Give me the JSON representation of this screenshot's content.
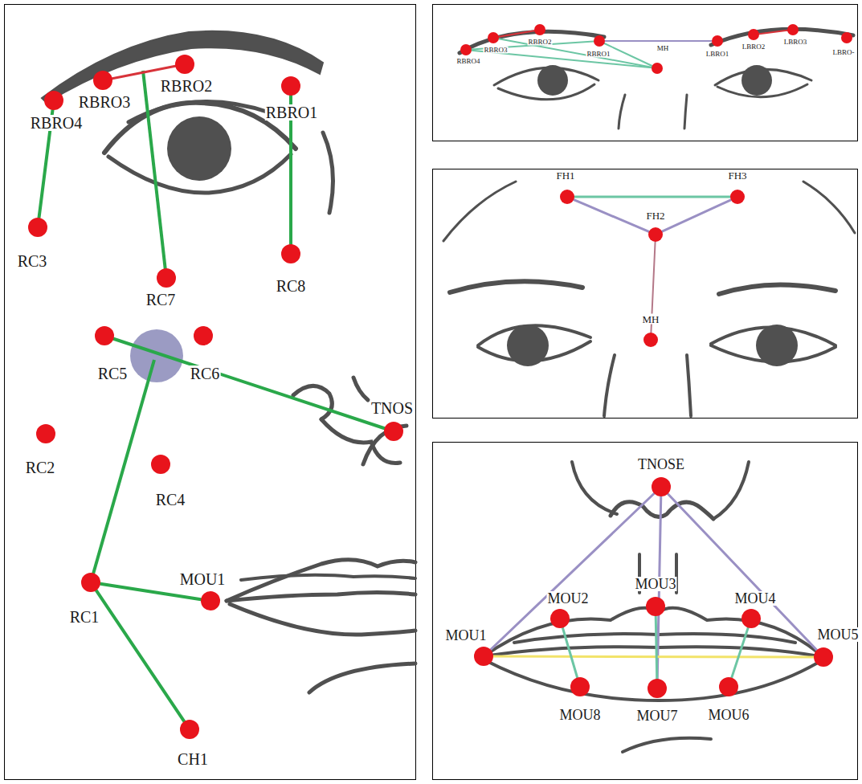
{
  "diagram": {
    "nodes": [
      {
        "text": [
          "RBRO4"
        ]
      },
      {
        "text": [
          "RBRO3"
        ]
      },
      {
        "text": [
          "RBRO2"
        ]
      },
      {
        "text": [
          "RBRO1"
        ]
      },
      {
        "text": [
          "RC3"
        ]
      },
      {
        "text": [
          "RC8"
        ]
      },
      {
        "text": [
          "RC7"
        ]
      },
      {
        "text": [
          "RC5"
        ]
      },
      {
        "text": [
          "RC6"
        ]
      },
      {
        "text": [
          "TNOS"
        ]
      },
      {
        "text": [
          "RC2"
        ]
      },
      {
        "text": [
          "RC4"
        ]
      },
      {
        "text": [
          "RC1"
        ]
      },
      {
        "text": [
          "MOU1"
        ]
      },
      {
        "text": [
          "CH1"
        ]
      },
      {
        "text": [
          "RBRO4"
        ]
      },
      {
        "text": [
          "RBRO3"
        ]
      },
      {
        "text": [
          "RBRO2"
        ]
      },
      {
        "text": [
          "RBRO1"
        ]
      },
      {
        "text": [
          "MH"
        ]
      },
      {
        "text": [
          "LBRO1"
        ]
      },
      {
        "text": [
          "LBRO2"
        ]
      },
      {
        "text": [
          "LBRO3"
        ]
      },
      {
        "text": [
          "LBRO-"
        ]
      },
      {
        "text": [
          "FH1"
        ]
      },
      {
        "text": [
          "FH3"
        ]
      },
      {
        "text": [
          "FH2"
        ]
      },
      {
        "text": [
          "MH"
        ]
      },
      {
        "text": [
          "TNOSE"
        ]
      },
      {
        "text": [
          "MOU2"
        ]
      },
      {
        "text": [
          "MOU3"
        ]
      },
      {
        "text": [
          "MOU4"
        ]
      },
      {
        "text": [
          "MOU1"
        ]
      },
      {
        "text": [
          "MOU5"
        ]
      },
      {
        "text": [
          "MOU8"
        ]
      },
      {
        "text": [
          "MOU7"
        ]
      },
      {
        "text": [
          "MOU6"
        ]
      }
    ],
    "edges": [
      {
        "from": 0,
        "to": 4,
        "arrow": "none"
      },
      {
        "from": 1,
        "to": 2,
        "arrow": "none"
      },
      {
        "from": 3,
        "to": 5,
        "arrow": "none"
      },
      {
        "from": 7,
        "to": 9,
        "arrow": "none"
      },
      {
        "from": 12,
        "to": 13,
        "arrow": "none"
      },
      {
        "from": 12,
        "to": 14,
        "arrow": "none"
      },
      {
        "from": 15,
        "to": 18,
        "arrow": "none"
      },
      {
        "from": 15,
        "to": 19,
        "arrow": "none"
      },
      {
        "from": 16,
        "to": 19,
        "arrow": "none"
      },
      {
        "from": 18,
        "to": 19,
        "arrow": "none"
      },
      {
        "from": 16,
        "to": 17,
        "arrow": "none"
      },
      {
        "from": 21,
        "to": 22,
        "arrow": "none"
      },
      {
        "from": 18,
        "to": 20,
        "arrow": "none"
      },
      {
        "from": 24,
        "to": 25,
        "arrow": "none"
      },
      {
        "from": 24,
        "to": 26,
        "arrow": "none"
      },
      {
        "from": 26,
        "to": 25,
        "arrow": "none"
      },
      {
        "from": 26,
        "to": 27,
        "arrow": "none"
      },
      {
        "from": 28,
        "to": 32,
        "arrow": "none"
      },
      {
        "from": 28,
        "to": 35,
        "arrow": "none"
      },
      {
        "from": 28,
        "to": 33,
        "arrow": "none"
      },
      {
        "from": 32,
        "to": 33,
        "arrow": "none"
      },
      {
        "from": 29,
        "to": 34,
        "arrow": "none"
      },
      {
        "from": 30,
        "to": 35,
        "arrow": "none"
      },
      {
        "from": 31,
        "to": 36,
        "arrow": "none"
      }
    ]
  }
}
